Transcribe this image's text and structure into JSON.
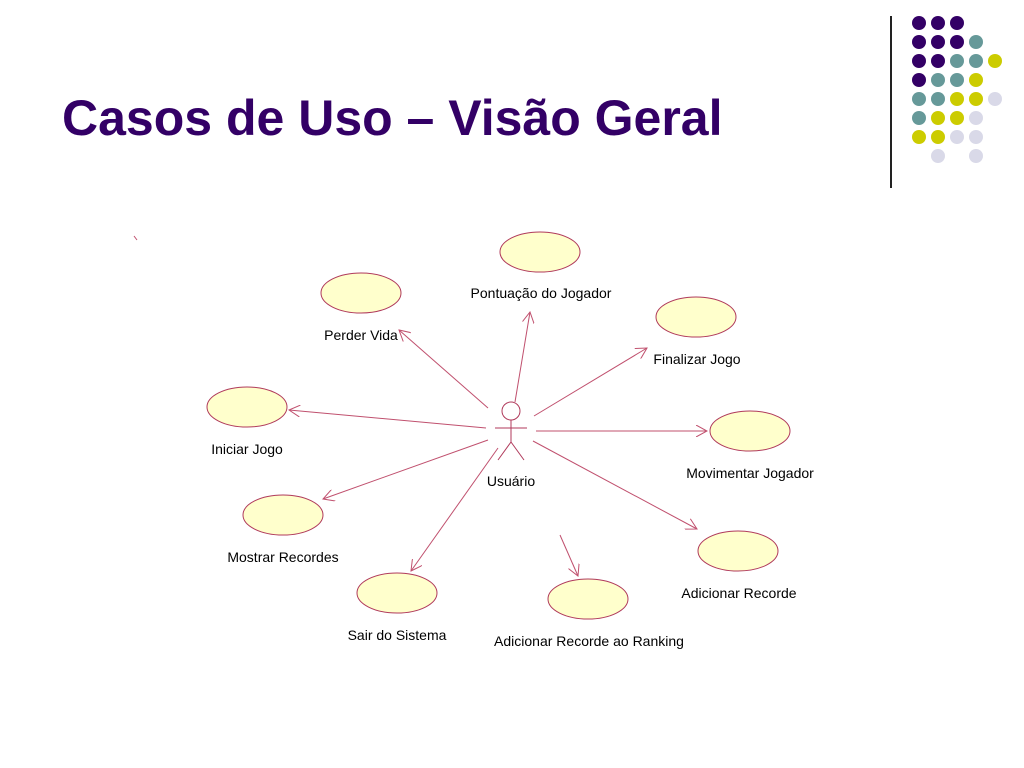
{
  "slide": {
    "title": "Casos de Uso – Visão Geral"
  },
  "colors": {
    "title": "#330066",
    "usecase_fill": "#ffffcc",
    "usecase_stroke": "#b03a5b",
    "association_line": "#c0506e",
    "dark_purple": "#330066",
    "teal": "#669999",
    "olive_yellow": "#cccc00",
    "lavender": "#d9d9e8"
  },
  "decoration": {
    "dot_grid": [
      [
        "dark_purple",
        "dark_purple",
        "dark_purple",
        null,
        null
      ],
      [
        "dark_purple",
        "dark_purple",
        "dark_purple",
        "teal",
        null
      ],
      [
        "dark_purple",
        "dark_purple",
        "teal",
        "teal",
        "olive_yellow"
      ],
      [
        "dark_purple",
        "teal",
        "teal",
        "olive_yellow",
        null
      ],
      [
        "teal",
        "teal",
        "olive_yellow",
        "olive_yellow",
        "lavender"
      ],
      [
        "teal",
        "olive_yellow",
        "olive_yellow",
        "lavender",
        null
      ],
      [
        "olive_yellow",
        "olive_yellow",
        "lavender",
        "lavender",
        null
      ],
      [
        null,
        "lavender",
        null,
        "lavender",
        null
      ]
    ]
  },
  "diagram": {
    "actor": {
      "label": "Usuário"
    },
    "use_cases": [
      {
        "id": "pontuacao",
        "label": "Pontuação do Jogador"
      },
      {
        "id": "perder-vida",
        "label": "Perder Vida"
      },
      {
        "id": "finalizar",
        "label": "Finalizar Jogo"
      },
      {
        "id": "iniciar",
        "label": "Iniciar Jogo"
      },
      {
        "id": "movimentar",
        "label": "Movimentar Jogador"
      },
      {
        "id": "mostrar-recordes",
        "label": "Mostrar Recordes"
      },
      {
        "id": "sair",
        "label": "Sair do Sistema"
      },
      {
        "id": "adicionar-ranking",
        "label": "Adicionar Recorde ao Ranking"
      },
      {
        "id": "adicionar-recorde",
        "label": "Adicionar Recorde"
      }
    ]
  }
}
